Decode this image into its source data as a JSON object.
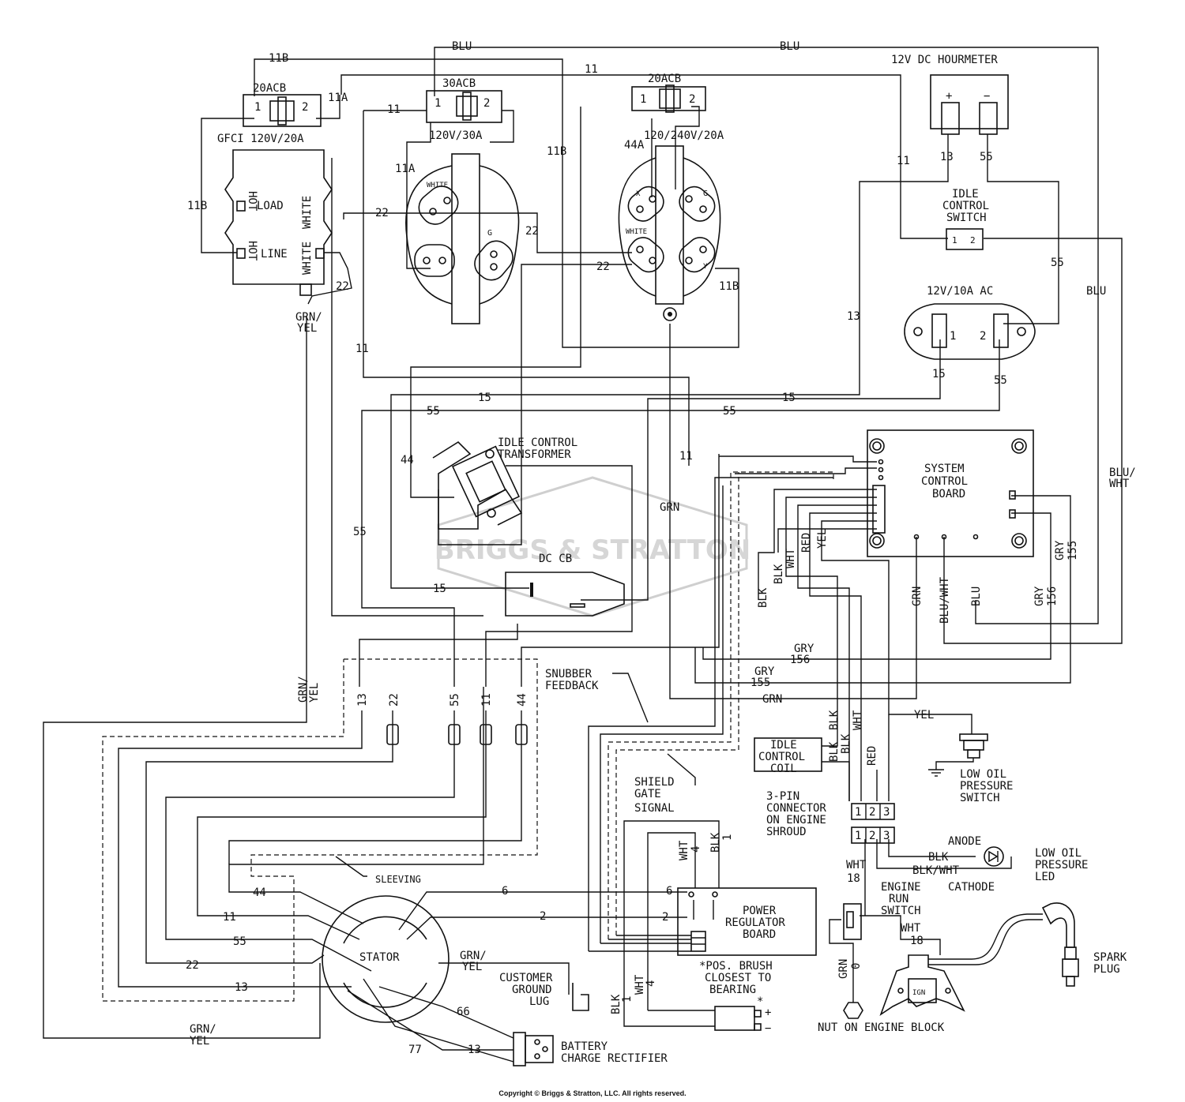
{
  "components": {
    "gfci_breaker": "20ACB",
    "gfci_label": "GFCI 120V/20A",
    "gfci_load": "LOAD",
    "gfci_line": "LINE",
    "gfci_hot": "HOT",
    "gfci_white": "WHITE",
    "breaker_30": "30ACB",
    "outlet_120_30": "120V/30A",
    "breaker_20": "20ACB",
    "outlet_120_240": "120/240V/20A",
    "hourmeter": "12V DC HOURMETER",
    "plus": "+",
    "minus": "−",
    "idle_switch_1": "IDLE",
    "idle_switch_2": "CONTROL",
    "idle_switch_3": "SWITCH",
    "ac_outlet": "12V/10A AC",
    "idle_transformer_1": "IDLE CONTROL",
    "idle_transformer_2": "TRANSFORMER",
    "dc_cb": "DC CB",
    "scb_1": "SYSTEM",
    "scb_2": "CONTROL",
    "scb_3": "BOARD",
    "idle_coil_1": "IDLE",
    "idle_coil_2": "CONTROL",
    "idle_coil_3": "COIL",
    "oil_switch_1": "LOW OIL",
    "oil_switch_2": "PRESSURE",
    "oil_switch_3": "SWITCH",
    "connector_1": "3-PIN",
    "connector_2": "CONNECTOR",
    "connector_3": "ON ENGINE",
    "connector_4": "SHROUD",
    "anode": "ANODE",
    "cathode": "CATHODE",
    "oil_led_1": "LOW OIL",
    "oil_led_2": "PRESSURE",
    "oil_led_3": "LED",
    "run_switch_1": "ENGINE",
    "run_switch_2": "RUN",
    "run_switch_3": "SWITCH",
    "spark_1": "SPARK",
    "spark_2": "PLUG",
    "nut": "NUT ON ENGINE BLOCK",
    "prb_1": "POWER",
    "prb_2": "REGULATOR",
    "prb_3": "BOARD",
    "brush_1": "*POS. BRUSH",
    "brush_2": "CLOSEST TO",
    "brush_3": "BEARING",
    "snubber_1": "SNUBBER",
    "snubber_2": "FEEDBACK",
    "shield_1": "SHIELD",
    "shield_2": "GATE",
    "shield_3": "SIGNAL",
    "sleeving": "SLEEVING",
    "stator": "STATOR",
    "ground_lug_1": "CUSTOMER",
    "ground_lug_2": "GROUND",
    "ground_lug_3": "LUG",
    "rectifier_1": "BATTERY",
    "rectifier_2": "CHARGE RECTIFIER",
    "ign": "IGN",
    "outlet_white": "WHITE",
    "outlet_g": "G",
    "outlet_x": "X",
    "outlet_y": "Y",
    "pin_1": "1",
    "pin_2": "2",
    "pin_3": "3",
    "watermark": "BRIGGS & STRATTON"
  },
  "wires": {
    "blu": "BLU",
    "blu_wht": "BLU/",
    "wht": "WHT",
    "blu_wht_full": "BLU/WHT",
    "grn": "GRN",
    "grn_yel_1": "GRN/",
    "grn_yel_2": "YEL",
    "grn_yel_full": "GRN/YEL",
    "gry": "GRY",
    "blk": "BLK",
    "red": "RED",
    "yel": "YEL",
    "blk_wht": "BLK/WHT",
    "w11": "11",
    "w11a": "11A",
    "w11b": "11B",
    "w13": "13",
    "w15": "15",
    "w22": "22",
    "w44": "44",
    "w44a": "44A",
    "w55": "55",
    "w155": "155",
    "w156": "156",
    "w6": "6",
    "w2": "2",
    "w66": "66",
    "w77": "77",
    "w18": "18",
    "w4": "4",
    "w1": "1",
    "w0": "0",
    "plus": "+",
    "minus": "−",
    "star": "*"
  },
  "footer": {
    "copyright": "Copyright © Briggs & Stratton, LLC. All rights reserved."
  }
}
